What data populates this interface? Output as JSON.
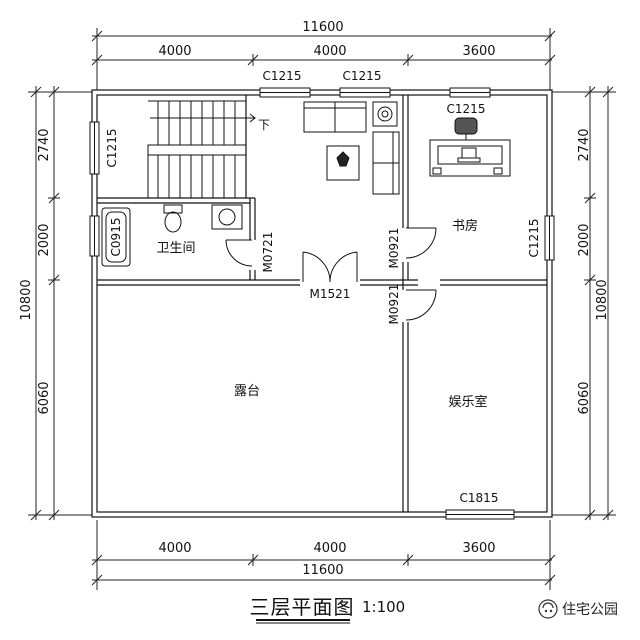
{
  "title": "三层平面图",
  "scale": "1:100",
  "watermark": "住宅公园",
  "dimensions": {
    "top_total": "11600",
    "top_segments": [
      "4000",
      "4000",
      "3600"
    ],
    "bottom_total": "11600",
    "bottom_segments": [
      "4000",
      "4000",
      "3600"
    ],
    "left_total": "10800",
    "left_segments": [
      "2740",
      "2000",
      "6060"
    ],
    "right_total": "10800",
    "right_segments": [
      "2740",
      "2000",
      "6060"
    ]
  },
  "rooms": {
    "bathroom": "卫生间",
    "study": "书房",
    "terrace": "露台",
    "entertainment": "娱乐室"
  },
  "codes": {
    "top_window_1": "C1215",
    "top_window_2": "C1215",
    "study_window_top": "C1215",
    "stair_window": "C1215",
    "bath_window": "C0915",
    "study_window_right": "C1215",
    "ent_window_bottom": "C1815",
    "bath_door": "M0721",
    "study_door": "M0921",
    "ent_door": "M0921",
    "main_door": "M1521"
  },
  "stair_label": "下"
}
